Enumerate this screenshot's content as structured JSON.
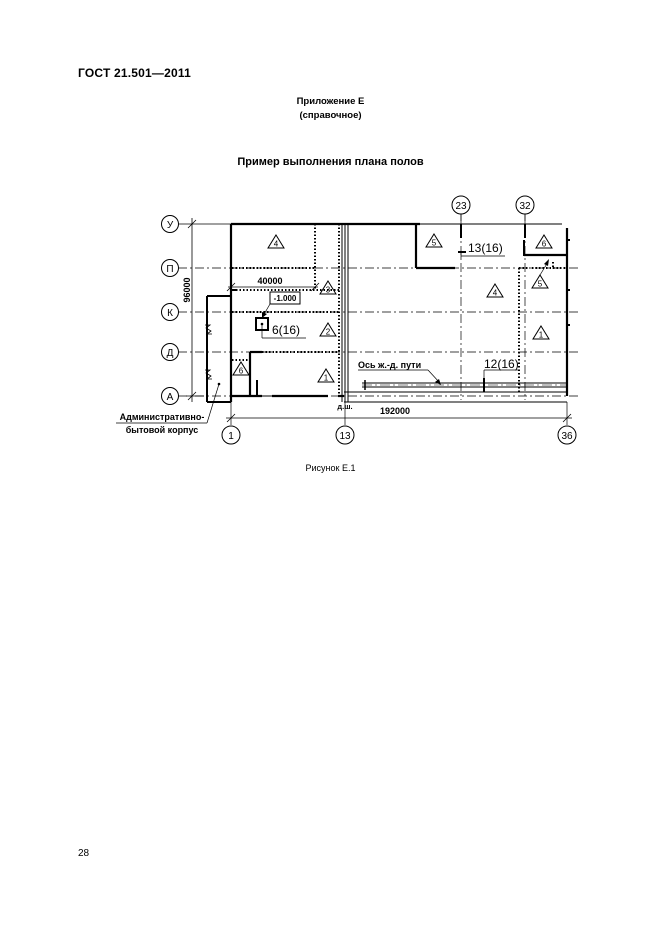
{
  "header": {
    "doc_code": "ГОСТ  21.501—2011"
  },
  "appendix": {
    "line1": "Приложение Е",
    "line2": "(справочное)"
  },
  "figure": {
    "title": "Пример выполнения плана полов",
    "caption": "Рисунок Е.1"
  },
  "plan": {
    "row_axes": [
      "У",
      "П",
      "К",
      "Д",
      "А"
    ],
    "column_axes": [
      "1",
      "13",
      "23",
      "32",
      "36"
    ],
    "dimension_vertical": "96000",
    "dimension_horizontal": "192000",
    "dimension_inner": "40000",
    "level_mark": "-1.000",
    "floor_type_markers": [
      "4",
      "3",
      "2",
      "6",
      "1",
      "5",
      "4",
      "6",
      "5",
      "1"
    ],
    "leader_labels": {
      "floor_13": "13(16)",
      "floor_6": "6(16)",
      "floor_12": "12(16)",
      "rail_axis": "Ось ж.-д. пути",
      "expansion_joint": "д.ш.",
      "admin_line1": "Административно-",
      "admin_line2": "бытовой корпус"
    }
  },
  "page": {
    "number": "28"
  }
}
